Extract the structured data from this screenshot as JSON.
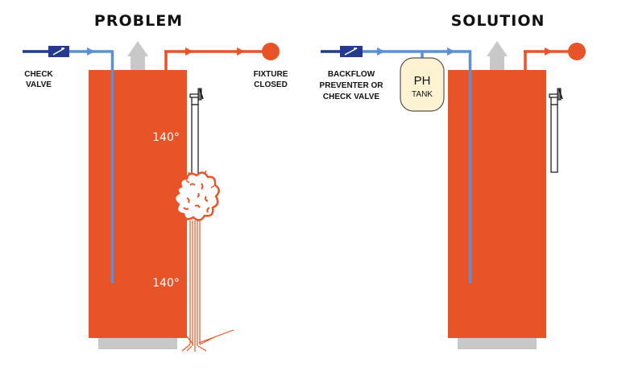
{
  "problem": {
    "title": "PROBLEM",
    "check_valve_label": [
      "CHECK",
      "VALVE"
    ],
    "fixture_label": [
      "FIXTURE",
      "CLOSED"
    ],
    "temp_top": "140°",
    "temp_bottom": "140°"
  },
  "solution": {
    "title": "SOLUTION",
    "backflow_label": [
      "BACKFLOW",
      "PREVENTER OR",
      "CHECK VALVE"
    ],
    "ph_tank": {
      "line1": "PH",
      "line2": "TANK"
    }
  },
  "colors": {
    "heater": "#e85427",
    "hot_pipe": "#e85427",
    "cold_pipe": "#5b8fd6",
    "valve_dark": "#233a8f",
    "vent": "#c8c8c8",
    "tank_fill": "#fdf3d3",
    "text": "#111111"
  }
}
